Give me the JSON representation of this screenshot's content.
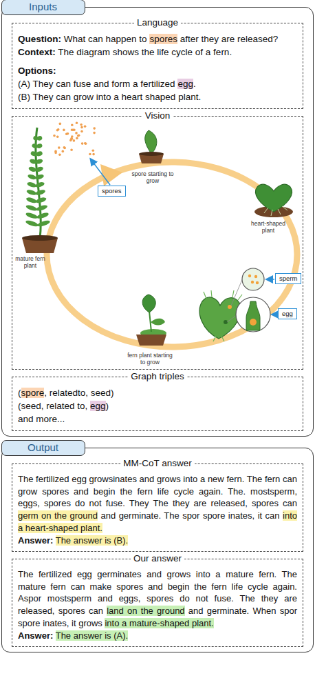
{
  "diagram": {
    "nodes": [
      {
        "text": [
          "Inputs"
        ]
      },
      {
        "text": [
          "Language",
          "Question:",
          "What can happen to",
          "spores",
          "after they are released?",
          "Context:",
          "The diagram shows the life cycle of a fern.",
          "Options:",
          "(A) They can fuse and form a fertilized",
          "egg",
          ".",
          "(B) They can grow into a heart shaped plant."
        ],
        "in": 0
      },
      {
        "text": [
          "Vision"
        ],
        "in": 0
      },
      {
        "text": [
          "spores"
        ],
        "in": 2
      },
      {
        "text": [
          "sperm"
        ],
        "in": 2
      },
      {
        "text": [
          "egg"
        ],
        "in": 2
      },
      {
        "text": [
          "Graph triples",
          "(",
          "spore",
          ", relatedto, seed)",
          "(seed, related to,",
          "egg",
          ")",
          "and more..."
        ],
        "in": 0
      },
      {
        "text": [
          "Output"
        ]
      },
      {
        "text": [
          "MM-CoT answer",
          "The fertilized egg growsinates and grows into a new fern. The fern can grow spores and begin the fern life cycle again. The. mostsperm, eggs, spores do not fuse. They The they are released, spores can",
          "germ on the ground",
          "and germinate. The spor spore inates, it can",
          "into a heart-shaped plant.",
          "Answer:",
          "The answer is (B)."
        ],
        "in": 7
      },
      {
        "text": [
          "Our answer",
          "The fertilized egg germinates and grows into a mature fern. The mature fern can make spores and begin the fern life cycle again. Aspor mostsperm and eggs, spores do not fuse. The they are released, spores can",
          "land on the ground",
          "and germinate. When spor spore inates, it grows",
          "into a mature-shaped plant.",
          "Answer:",
          "The answer is (A)."
        ],
        "in": 7
      }
    ],
    "labels": [
      "spore starting to grow",
      "heart-shaped plant",
      "mature fern plant",
      "fern plant starting to grow"
    ]
  }
}
